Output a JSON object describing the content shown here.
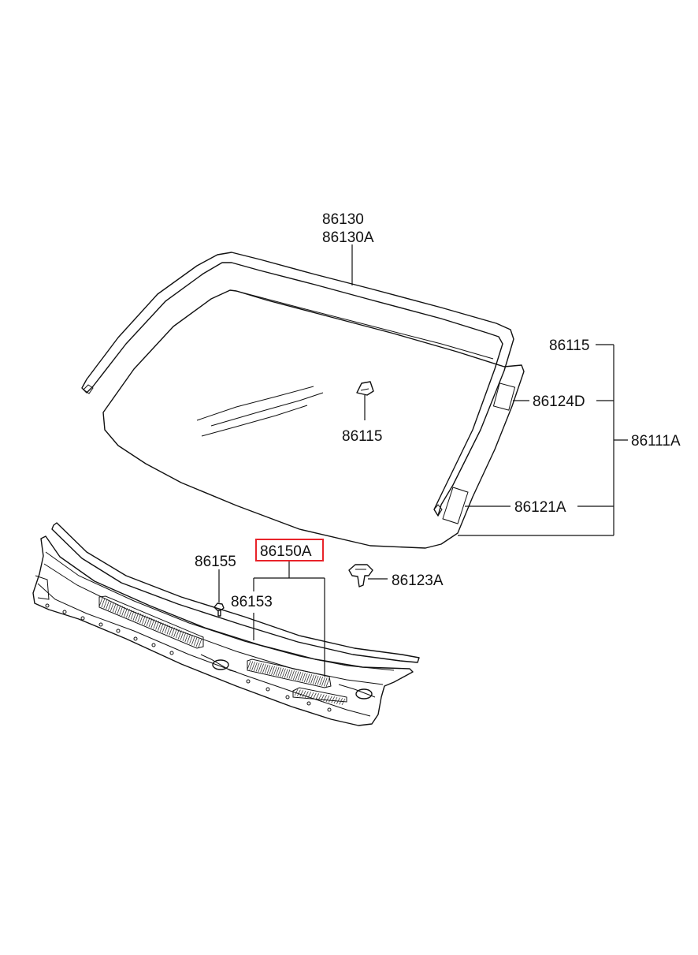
{
  "diagram": {
    "labels": {
      "moulding_upper": "86130",
      "moulding_upper_alt": "86130A",
      "glass_bracket": "86115",
      "assembly_top": "86115",
      "label_d": "86124D",
      "assembly_main": "86111A",
      "label_a": "86121A",
      "cowl_panel": "86150A",
      "screw": "86155",
      "cowl_seal": "86153",
      "clip": "86123A"
    },
    "highlight_color": "#e8232a",
    "line_color": "#111111"
  }
}
